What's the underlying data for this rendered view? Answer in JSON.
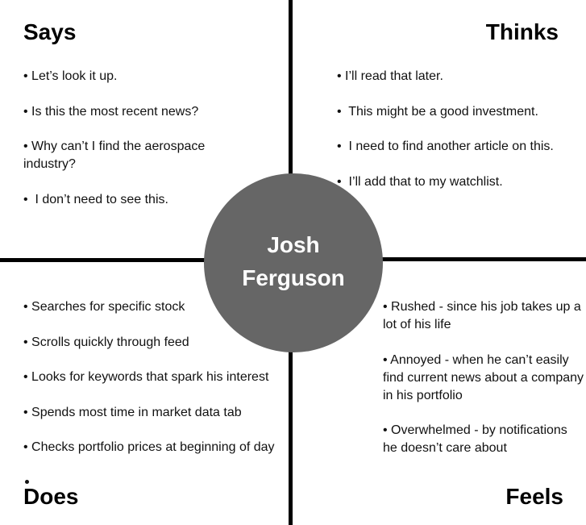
{
  "persona": {
    "name": "Josh Ferguson"
  },
  "quadrants": {
    "says": {
      "title": "Says",
      "items": [
        "• Let’s look it up.",
        "• Is this the most recent news?",
        "• Why can’t I find the aerospace industry?",
        "•  I don’t need to see this."
      ]
    },
    "thinks": {
      "title": "Thinks",
      "items": [
        "• I’ll read that later.",
        "•  This might be a good investment.",
        "•  I need to find another article on this.",
        "•  I’ll add that to my watchlist."
      ]
    },
    "does": {
      "title": "Does",
      "items": [
        "• Searches for specific stock",
        "• Scrolls quickly through feed",
        "• Looks for keywords that spark his interest",
        "• Spends most time in market data tab",
        "• Checks portfolio prices at beginning of day"
      ]
    },
    "feels": {
      "title": "Feels",
      "items": [
        "• Rushed - since his job takes up a lot of his life",
        "• Annoyed - when he can’t easily find current news about a company in his portfolio",
        "• Overwhelmed - by notifications he doesn’t care about"
      ]
    }
  },
  "colors": {
    "circle_fill": "#666666",
    "divider": "#000000",
    "background": "#ffffff"
  }
}
